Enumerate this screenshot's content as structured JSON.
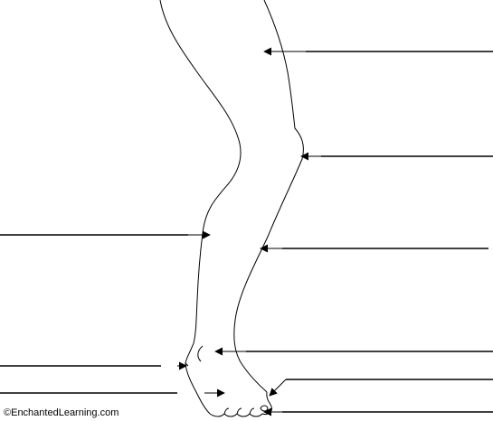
{
  "copyright": "©EnchantedLearning.com",
  "figure": {
    "subject": "leg",
    "style": "black line art on white",
    "line_color": "#000000",
    "background": "#ffffff"
  },
  "labels": [
    {
      "id": "thigh",
      "text": ""
    },
    {
      "id": "knee",
      "text": ""
    },
    {
      "id": "calf",
      "text": ""
    },
    {
      "id": "shin",
      "text": ""
    },
    {
      "id": "ankle",
      "text": ""
    },
    {
      "id": "heel",
      "text": ""
    },
    {
      "id": "instep",
      "text": ""
    },
    {
      "id": "toes",
      "text": ""
    },
    {
      "id": "toenail",
      "text": ""
    }
  ]
}
